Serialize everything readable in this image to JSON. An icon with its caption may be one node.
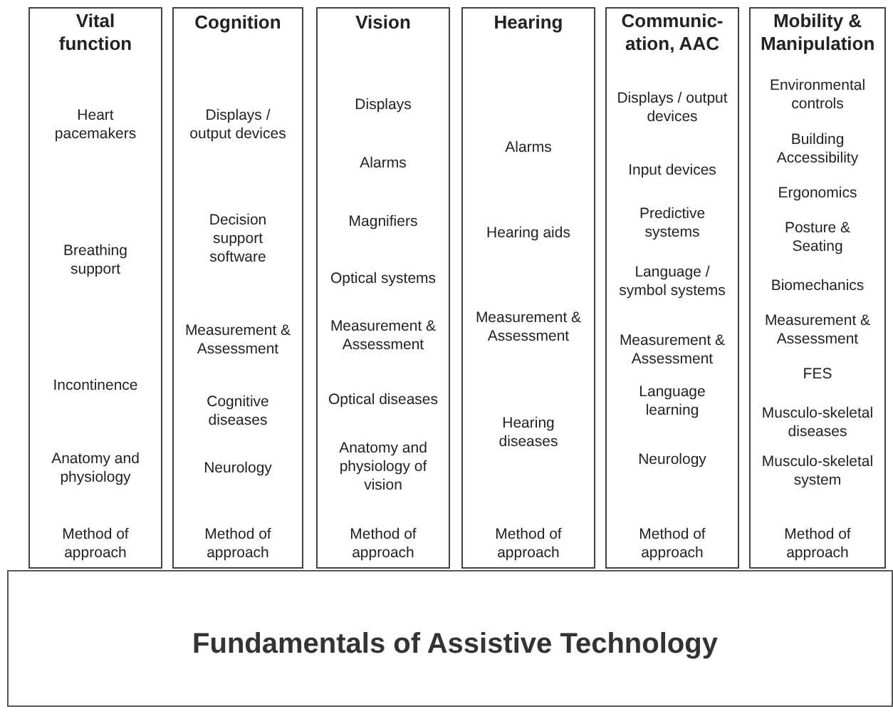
{
  "diagram": {
    "nodes": [
      {
        "text": [
          "Fundamentals of Assistive Technology"
        ]
      },
      {
        "text": [
          "Vital function",
          "Heart pacemakers",
          "Breathing support",
          "Incontinence",
          "Anatomy and physiology",
          "Method of approach"
        ]
      },
      {
        "text": [
          "Cognition",
          "Displays / output devices",
          "Decision support software",
          "Measurement & Assessment",
          "Cognitive diseases",
          "Neurology",
          "Method of approach"
        ]
      },
      {
        "text": [
          "Vision",
          "Displays",
          "Alarms",
          "Magnifiers",
          "Optical systems",
          "Measurement & Assessment",
          "Optical diseases",
          "Anatomy and physiology of vision",
          "Method of approach"
        ]
      },
      {
        "text": [
          "Hearing",
          "Alarms",
          "Hearing aids",
          "Measurement & Assessment",
          "Hearing diseases",
          "Method of approach"
        ]
      },
      {
        "text": [
          "Communic-ation, AAC",
          "Displays / output devices",
          "Input devices",
          "Predictive systems",
          "Language / symbol systems",
          "Measurement & Assessment",
          "Language learning",
          "Neurology",
          "Method of approach"
        ]
      },
      {
        "text": [
          "Mobility & Manipulation",
          "Environmental controls",
          "Building Accessibility",
          "Ergonomics",
          "Posture & Seating",
          "Biomechanics",
          "Measurement & Assessment",
          "FES",
          "Musculo-skeletal diseases",
          "Musculo-skeletal system",
          "Method of approach"
        ]
      }
    ]
  }
}
